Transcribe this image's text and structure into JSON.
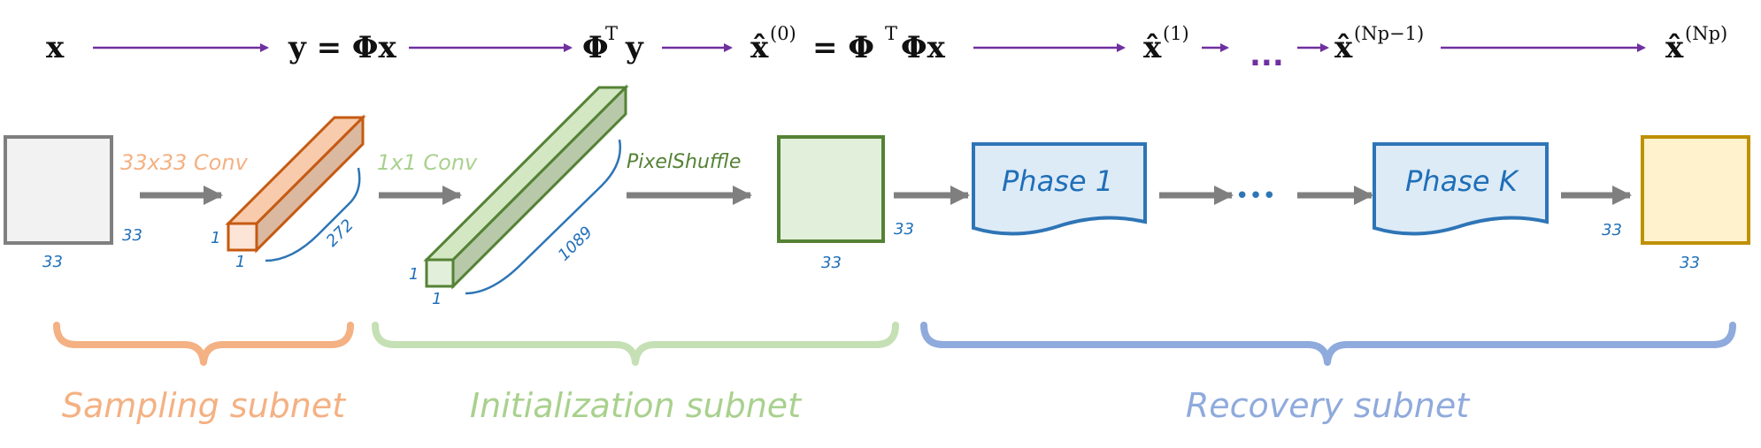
{
  "formula": {
    "x": "x",
    "y_eq": "y = Φx",
    "phi_t": "Φ",
    "phi_t_sup": "T",
    "phi_t_y": "y",
    "x0_base": "x̂",
    "x0_sup": "(0)",
    "x0_rhs_phi": "= Φ",
    "x0_rhs_sup": "T",
    "x0_rhs_tail": "Φx",
    "x1_base": "x̂",
    "x1_sup": "(1)",
    "ellipsis": "...",
    "xnp1_base": "x̂",
    "xnp1_sup": "(Np−1)",
    "xnp_base": "x̂",
    "xnp_sup": "(Np)"
  },
  "stages": {
    "conv1": "33x33 Conv",
    "conv2": "1x1 Conv",
    "pixelshuffle": "PixelShuffle",
    "phase1": "Phase 1",
    "phasek": "Phase K",
    "dots": "•••"
  },
  "dims": {
    "input_right": "33",
    "input_bottom": "33",
    "bar1_side": "1",
    "bar1_bottom": "1",
    "bar1_length": "272",
    "bar2_side": "1",
    "bar2_bottom": "1",
    "bar2_length": "1089",
    "init_right": "33",
    "init_bottom": "33",
    "output_left": "33",
    "output_bottom": "33"
  },
  "subnets": {
    "sampling": "Sampling subnet",
    "initialization": "Initialization subnet",
    "recovery": "Recovery subnet"
  },
  "colors": {
    "orange": "#ed7d31",
    "orange_light": "#f4b183",
    "green": "#548235",
    "green_light": "#a9d18e",
    "blue": "#2e75b6",
    "blue_light": "#8faadc",
    "gold": "#bf9000",
    "purple": "#7030a0",
    "gray_arrow": "#7f7f7f"
  }
}
